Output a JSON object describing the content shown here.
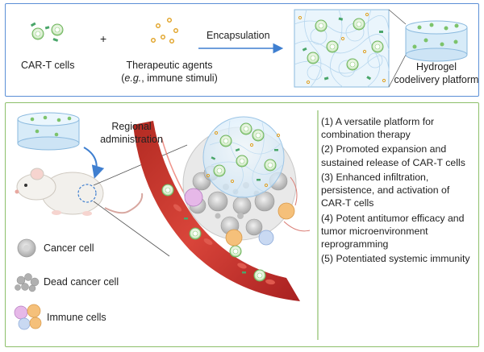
{
  "top": {
    "car_t_label": "CAR-T cells",
    "plus_sign": "+",
    "agents_label_line1": "Therapeutic agents",
    "agents_label_line2_italic": "e.g.",
    "agents_label_line2_rest": ", immune stimuli)",
    "agents_label_line2_open": "(",
    "encapsulation_label": "Encapsulation",
    "hydrogel_label_line1": "Hydrogel",
    "hydrogel_label_line2": "codelivery platform"
  },
  "bottom": {
    "regional_label_line1": "Regional",
    "regional_label_line2": "administration",
    "legend": {
      "cancer_cell": "Cancer cell",
      "dead_cancer_cell": "Dead cancer cell",
      "immune_cells": "Immune cells"
    },
    "benefits": [
      "(1) A versatile platform for combination therapy",
      "(2) Promoted  expansion and sustained release of CAR-T cells",
      "(3) Enhanced infiltration, persistence, and activation of CAR-T cells",
      "(4) Potent antitumor efficacy and tumor microenvironment reprogramming",
      "(5) Potentiated systemic immunity"
    ]
  },
  "colors": {
    "top_border": "#5b8fd6",
    "bottom_border": "#8dbf6a",
    "arrow": "#3f7fd0",
    "car_t_green": "#7cc36b",
    "agent_orange": "#e0a020",
    "vessel_red": "#c0392b",
    "gel_blue": "#cfe6f7"
  }
}
